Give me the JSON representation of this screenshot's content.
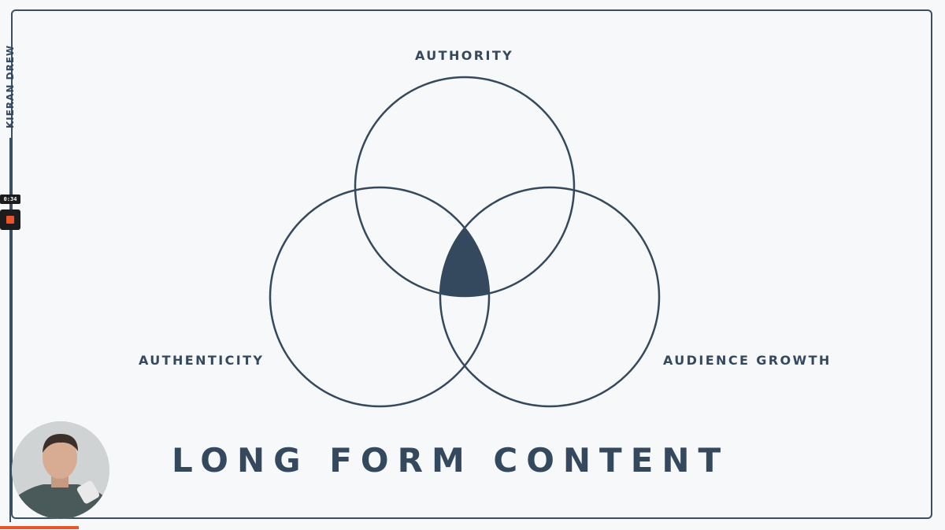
{
  "sidebar": {
    "name": "KIERAN DREW"
  },
  "recorder": {
    "time": "0:34"
  },
  "diagram": {
    "circles": [
      "AUTHORITY",
      "AUTHENTICITY",
      "AUDIENCE GROWTH"
    ],
    "center_label": "LONG FORM CONTENT"
  },
  "colors": {
    "ink": "#34495e",
    "background": "#f7f8f9",
    "accent": "#e8552a"
  }
}
